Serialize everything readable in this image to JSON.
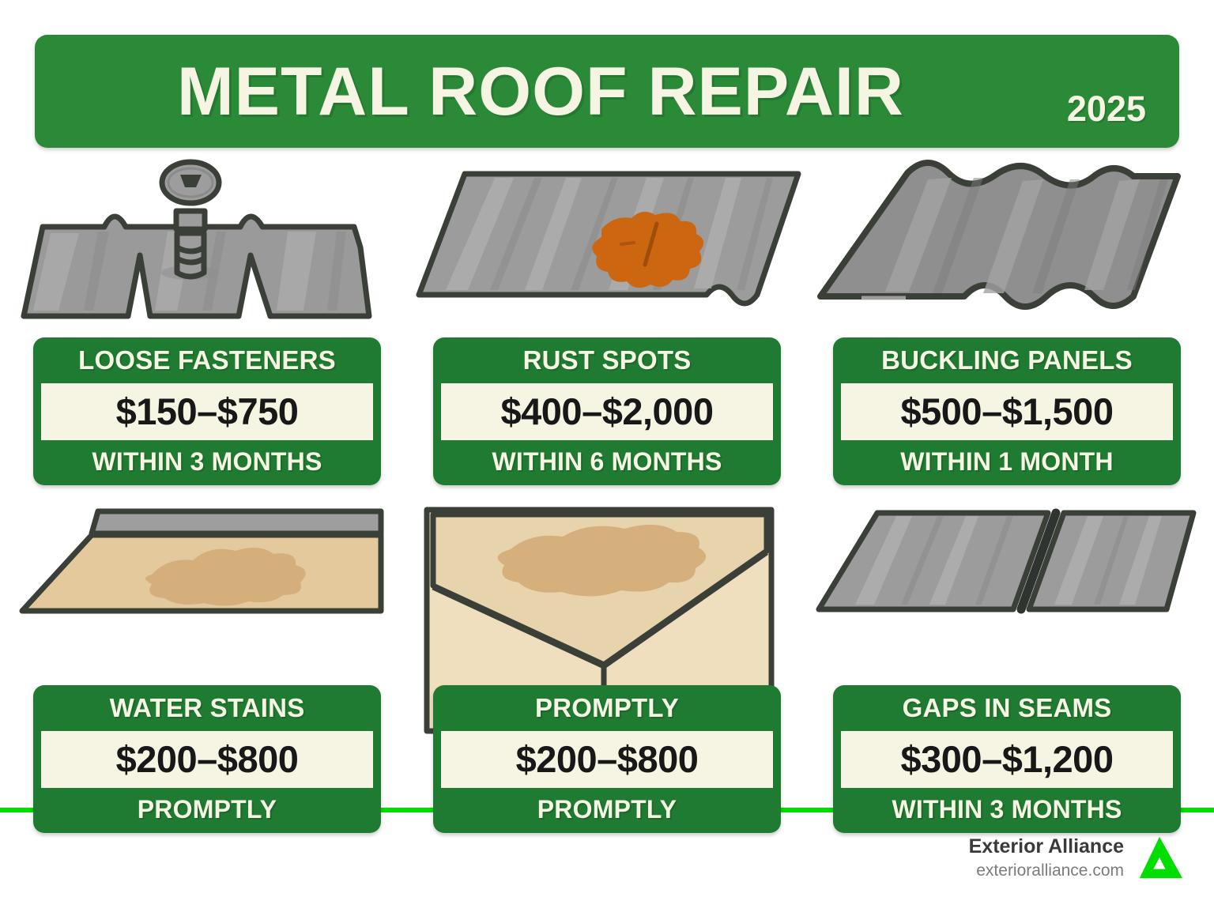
{
  "header": {
    "title": "METAL ROOF REPAIR",
    "year": "2025",
    "bg_color": "#2a8a38",
    "text_color": "#f6f4e2"
  },
  "theme": {
    "card_green": "#1f7a32",
    "cream": "#f6f4e2",
    "accent_green": "#00dd00",
    "metal_gray": "#9a9a9a",
    "rust_orange": "#cc6611",
    "stain_tan": "#d6b584",
    "ceiling_tan": "#ecd9b4",
    "outline_dark": "#3a3f38"
  },
  "items": [
    {
      "icon": "corrugated-panel-with-screw-icon",
      "title": "LOOSE FASTENERS",
      "price": "$150–$750",
      "timing": "WITHIN 3 MONTHS"
    },
    {
      "icon": "metal-panel-with-rust-spot-icon",
      "title": "RUST SPOTS",
      "price": "$400–$2,000",
      "timing": "WITHIN 6 MONTHS"
    },
    {
      "icon": "buckled-wavy-panel-icon",
      "title": "BUCKLING PANELS",
      "price": "$500–$1,500",
      "timing": "WITHIN 1 MONTH"
    },
    {
      "icon": "ceiling-panel-water-stain-icon",
      "title": "WATER STAINS",
      "price": "$200–$800",
      "timing": "PROMPTLY"
    },
    {
      "icon": "ceiling-corner-water-stain-icon",
      "title": "PROMPTLY",
      "price": "$200–$800",
      "timing": "PROMPTLY"
    },
    {
      "icon": "two-panels-seam-gap-icon",
      "title": "GAPS IN SEAMS",
      "price": "$300–$1,200",
      "timing": "WITHIN 3 MONTHS"
    }
  ],
  "footer": {
    "brand_name": "Exterior Alliance",
    "brand_url": "exterioralliance.com",
    "logo": "triangle-a-logo-icon"
  }
}
